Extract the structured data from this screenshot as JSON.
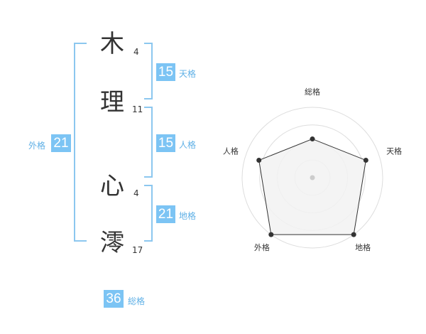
{
  "name_chars": [
    {
      "char": "木",
      "strokes": "4"
    },
    {
      "char": "理",
      "strokes": "11"
    },
    {
      "char": "心",
      "strokes": "4"
    },
    {
      "char": "澪",
      "strokes": "17"
    }
  ],
  "fortunes": {
    "tenkaku": {
      "value": "15",
      "label": "天格"
    },
    "jinkaku": {
      "value": "15",
      "label": "人格"
    },
    "chikaku": {
      "value": "21",
      "label": "地格"
    },
    "gaikaku": {
      "value": "21",
      "label": "外格"
    },
    "soukaku": {
      "value": "36",
      "label": "総格"
    }
  },
  "colors": {
    "accent": "#7cc4f4",
    "bracket": "#8cc7ef",
    "radar_fill": "#f2f2f2"
  },
  "chart_data": {
    "type": "radar",
    "axes": [
      "総格",
      "天格",
      "地格",
      "外格",
      "人格"
    ],
    "values": [
      0.55,
      0.8,
      1.0,
      1.0,
      0.8
    ],
    "max": 1,
    "rings": 4
  }
}
